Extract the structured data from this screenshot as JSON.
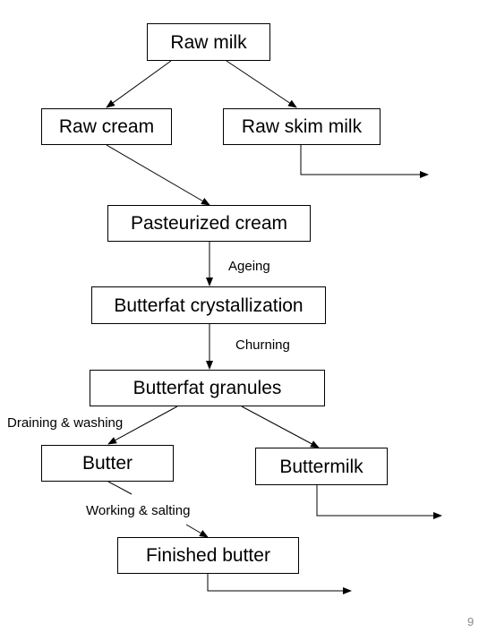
{
  "nodes": {
    "raw_milk": "Raw milk",
    "raw_cream": "Raw cream",
    "raw_skim_milk": "Raw skim milk",
    "pasteurized_cream": "Pasteurized  cream",
    "butterfat_crystallization": "Butterfat crystallization",
    "butterfat_granules": "Butterfat granules",
    "butter": "Butter",
    "buttermilk": "Buttermilk",
    "finished_butter": "Finished butter"
  },
  "steps": {
    "ageing": "Ageing",
    "churning": "Churning",
    "draining_washing": "Draining & washing",
    "working_salting": "Working & salting"
  },
  "page_number": "9"
}
